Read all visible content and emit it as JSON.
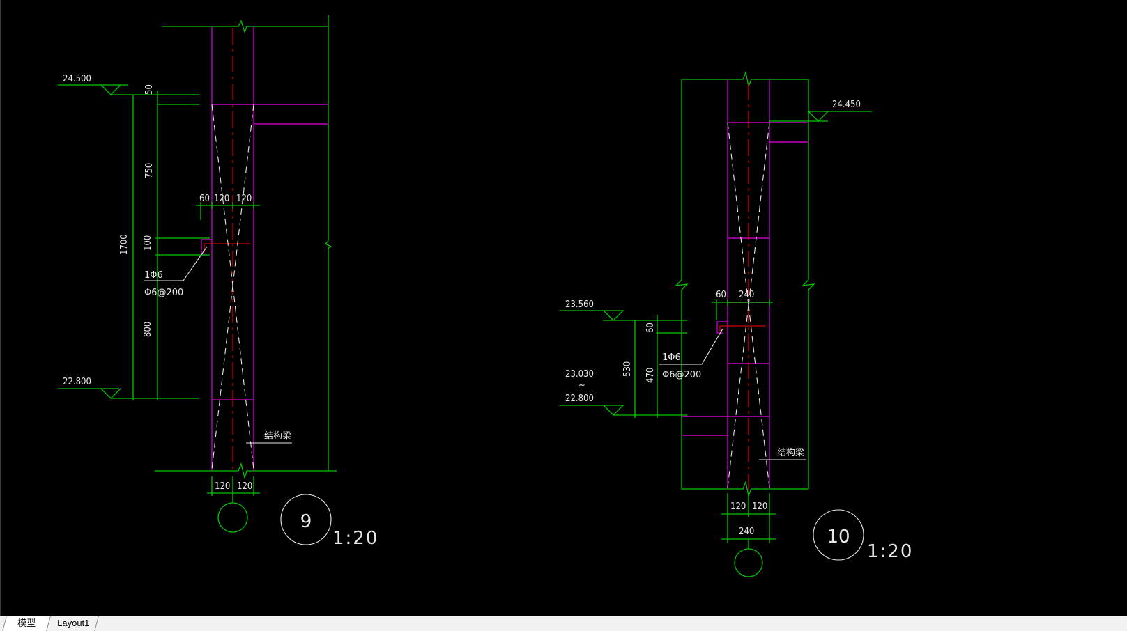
{
  "detail9": {
    "elev_top": "24.500",
    "elev_bottom": "22.800",
    "dim_50": "50",
    "dim_750": "750",
    "dim_100": "100",
    "dim_800": "800",
    "dim_1700": "1700",
    "dim_top_60": "60",
    "dim_top_120a": "120",
    "dim_top_120b": "120",
    "rebar_label1": "1Φ6",
    "rebar_label2": "Φ6@200",
    "beam_label": "结构梁",
    "dim_bot_120a": "120",
    "dim_bot_120b": "120",
    "detail_no": "9",
    "scale": "1:20"
  },
  "detail10": {
    "elev_top": "24.450",
    "elev_mid": "23.560",
    "elev_range_top": "23.030",
    "elev_range_sep": "~",
    "elev_range_bottom": "22.800",
    "dim_60_h": "60",
    "dim_240_h": "240",
    "dim_60_v": "60",
    "dim_470": "470",
    "dim_530": "530",
    "rebar_label1": "1Φ6",
    "rebar_label2": "Φ6@200",
    "beam_label": "结构梁",
    "dim_bot_120a": "120",
    "dim_bot_120b": "120",
    "dim_bot_240": "240",
    "detail_no": "10",
    "scale": "1:20"
  },
  "tabs": [
    {
      "label": "模型",
      "active": true
    },
    {
      "label": "Layout1",
      "active": false
    }
  ],
  "colors": {
    "background": "#000000",
    "outline": "#00c800",
    "wall": "#c000c0",
    "axis": "#d00000",
    "text": "#e8e8e8"
  }
}
